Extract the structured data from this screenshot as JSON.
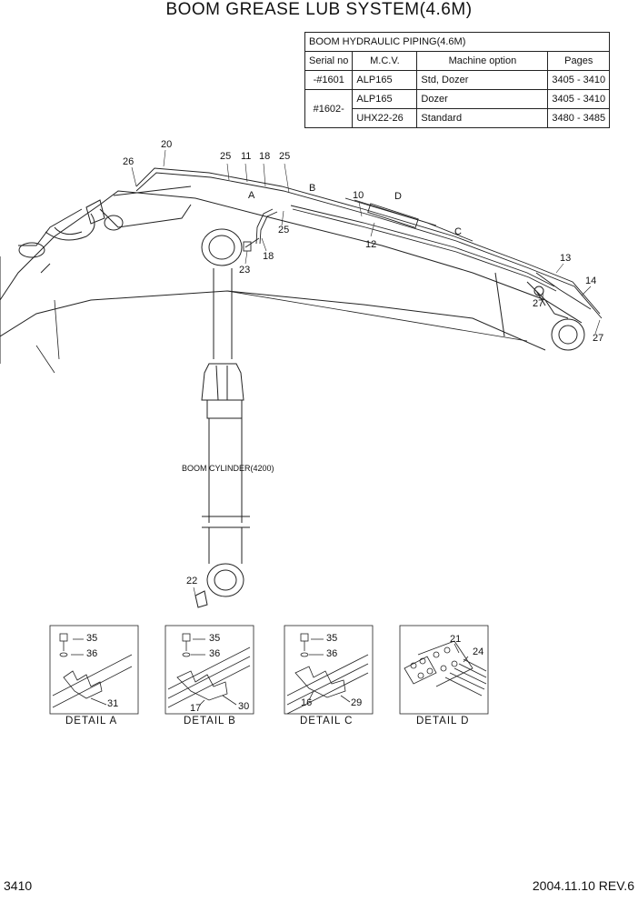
{
  "title": "BOOM GREASE LUB SYSTEM(4.6M)",
  "table": {
    "caption": "BOOM HYDRAULIC PIPING(4.6M)",
    "headers": [
      "Serial no",
      "M.C.V.",
      "Machine option",
      "Pages"
    ],
    "rows": [
      {
        "serial": "-#1601",
        "mcv": "ALP165",
        "option": "Std, Dozer",
        "pages": "3405 - 3410"
      },
      {
        "serial": "#1602-",
        "mcv": "ALP165",
        "option": "Dozer",
        "pages": "3405 - 3410"
      },
      {
        "serial": "",
        "mcv": "UHX22-26",
        "option": "Standard",
        "pages": "3480 - 3485"
      }
    ]
  },
  "callouts": {
    "c20": "20",
    "c26": "26",
    "c25a": "25",
    "c11": "11",
    "c18a": "18",
    "c25b": "25",
    "cA": "A",
    "cB": "B",
    "c10": "10",
    "cD": "D",
    "c25c": "25",
    "c12": "12",
    "c23": "23",
    "c18b": "18",
    "cC": "C",
    "c13": "13",
    "c14": "14",
    "c27a": "27",
    "c27b": "27",
    "c22": "22"
  },
  "cylinder_label": "BOOM CYLINDER(4200)",
  "details": [
    {
      "label": "DETAIL  A",
      "parts": [
        "35",
        "36",
        "31"
      ]
    },
    {
      "label": "DETAIL  B",
      "parts": [
        "35",
        "36",
        "17",
        "30"
      ]
    },
    {
      "label": "DETAIL  C",
      "parts": [
        "35",
        "36",
        "16",
        "29"
      ]
    },
    {
      "label": "DETAIL  D",
      "parts": [
        "21",
        "24"
      ]
    }
  ],
  "footer": {
    "page": "3410",
    "date_rev": "2004.11.10  REV.6"
  }
}
